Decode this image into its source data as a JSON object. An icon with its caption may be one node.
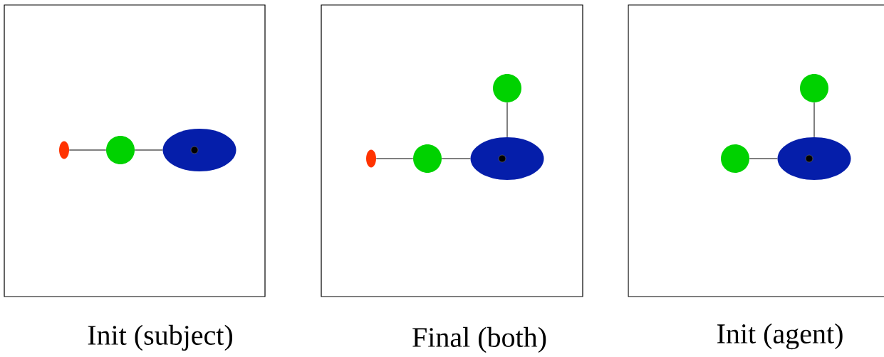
{
  "diagram": {
    "nodes": [
      {
        "text": [
          "Init (subject)"
        ]
      },
      {
        "text": [],
        "shape": "oval",
        "in": 0
      },
      {
        "text": [],
        "shape": "circle",
        "in": 0
      },
      {
        "text": [],
        "shape": "ellipse",
        "in": 0
      },
      {
        "text": [
          "Final (both)"
        ]
      },
      {
        "text": [],
        "shape": "oval",
        "in": 4
      },
      {
        "text": [],
        "shape": "circle",
        "in": 4
      },
      {
        "text": [],
        "shape": "ellipse",
        "in": 4
      },
      {
        "text": [],
        "shape": "circle",
        "in": 4
      },
      {
        "text": [
          "Init (agent)"
        ]
      },
      {
        "text": [],
        "shape": "circle",
        "in": 9
      },
      {
        "text": [],
        "shape": "ellipse",
        "in": 9
      },
      {
        "text": [],
        "shape": "circle",
        "in": 9
      }
    ],
    "edges": [
      {
        "from": 1,
        "to": 2,
        "arrow": "none"
      },
      {
        "from": 2,
        "to": 3,
        "arrow": "none"
      },
      {
        "from": 5,
        "to": 6,
        "arrow": "none"
      },
      {
        "from": 6,
        "to": 7,
        "arrow": "none"
      },
      {
        "from": 8,
        "to": 7,
        "arrow": "none"
      },
      {
        "from": 10,
        "to": 11,
        "arrow": "none"
      },
      {
        "from": 12,
        "to": 11,
        "arrow": "none"
      }
    ]
  }
}
